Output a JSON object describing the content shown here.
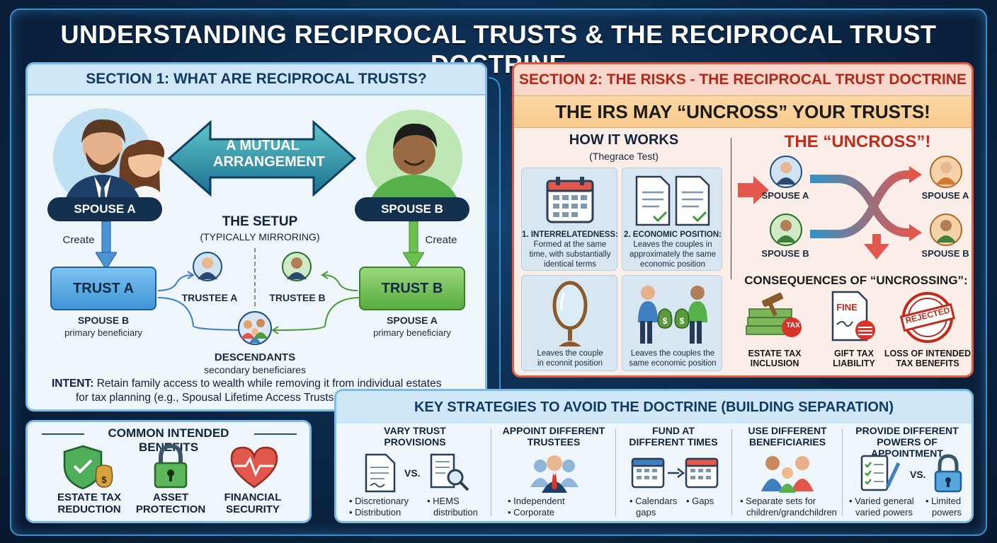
{
  "title": "UNDERSTANDING RECIPROCAL TRUSTS & THE RECIPROCAL TRUST DOCTRINE",
  "section1": {
    "heading": "SECTION 1: WHAT ARE RECIPROCAL TRUSTS?",
    "mutual": [
      "A MUTUAL",
      "ARRANGEMENT"
    ],
    "spouse_a": "SPOUSE A",
    "spouse_b": "SPOUSE B",
    "create": "Create",
    "setup_title": "THE SETUP",
    "setup_sub": "(TYPICALLY MIRRORING)",
    "trust_a": "TRUST A",
    "trust_b": "TRUST B",
    "trustee_a": "TRUSTEE A",
    "trustee_b": "TRUSTEE B",
    "trust_a_benef_name": "SPOUSE B",
    "trust_a_benef_role": "primary beneficiary",
    "trust_b_benef_name": "SPOUSE A",
    "trust_b_benef_role": "primary beneficiary",
    "descendants": "DESCENDANTS",
    "descendants_role": "secondary beneficiares",
    "intent_label": "INTENT:",
    "intent_line1": "Retain family access to wealth while removing it from individual estates",
    "intent_line2": "for tax planning (e.g., Spousal Lifetime Access Trusts - SLATs)."
  },
  "section2": {
    "heading": "SECTION 2: THE RISKS - THE RECIPROCAL TRUST DOCTRINE",
    "banner": "THE IRS MAY “UNCROSS” YOUR TRUSTS!",
    "how_title": "HOW IT WORKS",
    "how_sub": "(Thegrace Test)",
    "card1_title": "1. INTERRELATEDNESS:",
    "card1_text": [
      "Formed at the same",
      "time, with substantially",
      "identical terms"
    ],
    "card2_title": "2. ECONOMIC POSITION:",
    "card2_text": [
      "Leaves the couples in",
      "approximately the same",
      "economic position"
    ],
    "card3_text": [
      "Leaves the couple",
      "in econnit position"
    ],
    "card4_text": [
      "Leaves the couples the",
      "same economic position"
    ],
    "uncross_title": "THE “UNCROSS”!",
    "left_a": "SPOUSE A",
    "left_b": "SPOUSE B",
    "right_a": "SPOUSE A",
    "right_b": "SPOUSE B",
    "consequences_title": "CONSEQUENCES OF “UNCROSSING”:",
    "cons1": [
      "ESTATE TAX",
      "INCLUSION"
    ],
    "cons2": [
      "GIFT TAX",
      "LIABILITY"
    ],
    "cons3": [
      "LOSS OF INTENDED",
      "TAX BENEFITS"
    ],
    "tax_tag": "TAX",
    "fine_tag": "FINE",
    "rejected_tag": "REJECTED"
  },
  "benefits": {
    "heading": "COMMON INTENDED BENEFITS",
    "items": [
      [
        "ESTATE TAX",
        "REDUCTION"
      ],
      [
        "ASSET",
        "PROTECTION"
      ],
      [
        "FINANCIAL",
        "SECURITY"
      ]
    ]
  },
  "strategies": {
    "heading": "KEY STRATEGIES TO AVOID THE DOCTRINE (BUILDING SEPARATION)",
    "vs": "VS.",
    "cols": [
      {
        "title": [
          "VARY TRUST",
          "PROVISIONS"
        ],
        "b1": [
          "Discretionary",
          "Distribution"
        ],
        "b2": [
          "HEMS",
          "distribution"
        ]
      },
      {
        "title": [
          "APPOINT DIFFERENT",
          "TRUSTEES"
        ],
        "b1": [
          "Independent",
          "Corporate"
        ],
        "b2": [
          "",
          ""
        ]
      },
      {
        "title": [
          "FUND AT",
          "DIFFERENT TIMES"
        ],
        "b1": [
          "Calendars",
          "gaps"
        ],
        "b2": [
          "Gaps",
          ""
        ]
      },
      {
        "title": [
          "USE DIFFERENT",
          "BENEFICIARIES"
        ],
        "b1": [
          "Separate sets for",
          "children/grandchildren"
        ],
        "b2": [
          "",
          ""
        ]
      },
      {
        "title": [
          "PROVIDE DIFFERENT",
          "POWERS OF APPOINTMENT"
        ],
        "b1": [
          "Varied general",
          "varied powers"
        ],
        "b2": [
          "Limited",
          "powers"
        ]
      }
    ]
  }
}
